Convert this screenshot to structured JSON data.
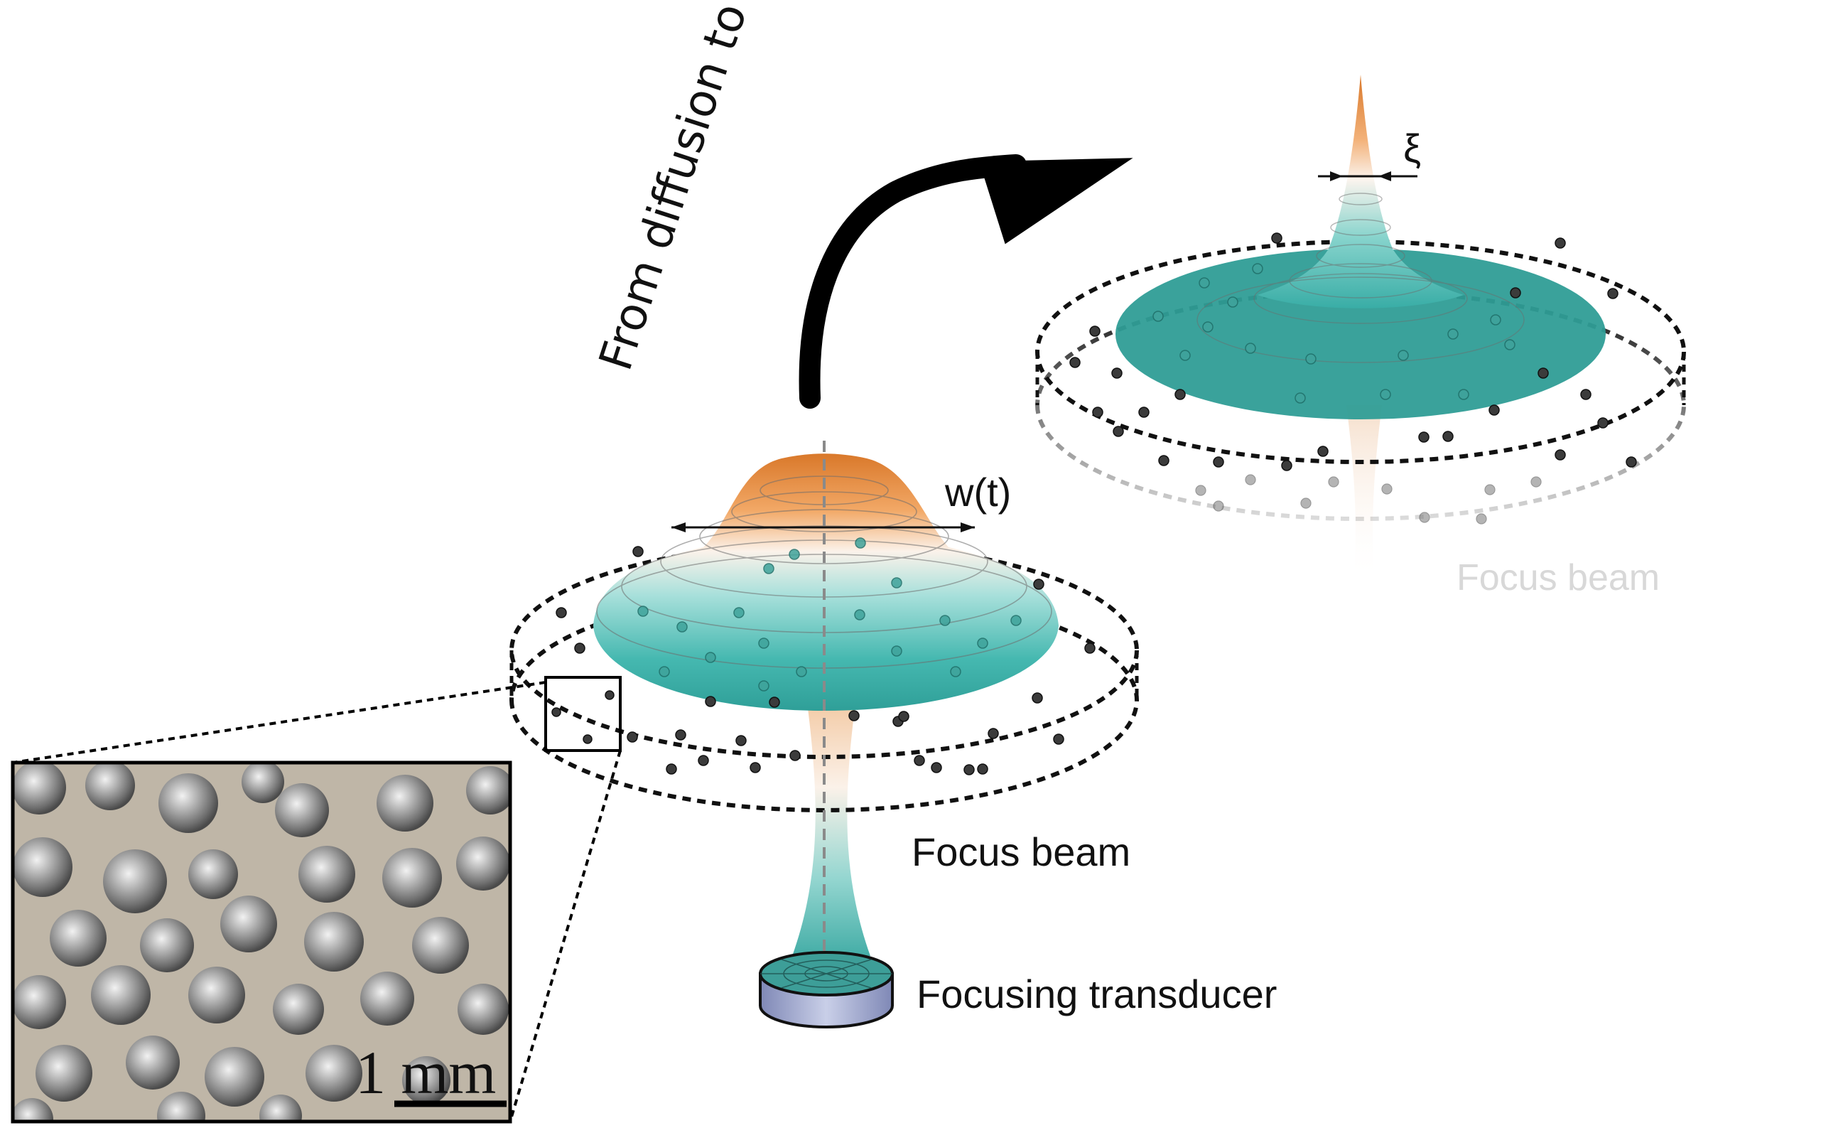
{
  "diagram": {
    "title": "From diffusion to localization",
    "labels": {
      "width": "w(t)",
      "localization_length": "ξ",
      "focus_beam_main": "Focus beam",
      "focus_beam_faded": "Focus beam",
      "transducer": "Focusing transducer"
    },
    "inset": {
      "scale_bar": "1 mm"
    },
    "colors": {
      "teal": "#3fb3ad",
      "teal_dark": "#2a9a93",
      "orange": "#e07f2a",
      "dots": "#3a3a3a",
      "dashed_ring": "#111111",
      "arrow": "#000000"
    }
  }
}
